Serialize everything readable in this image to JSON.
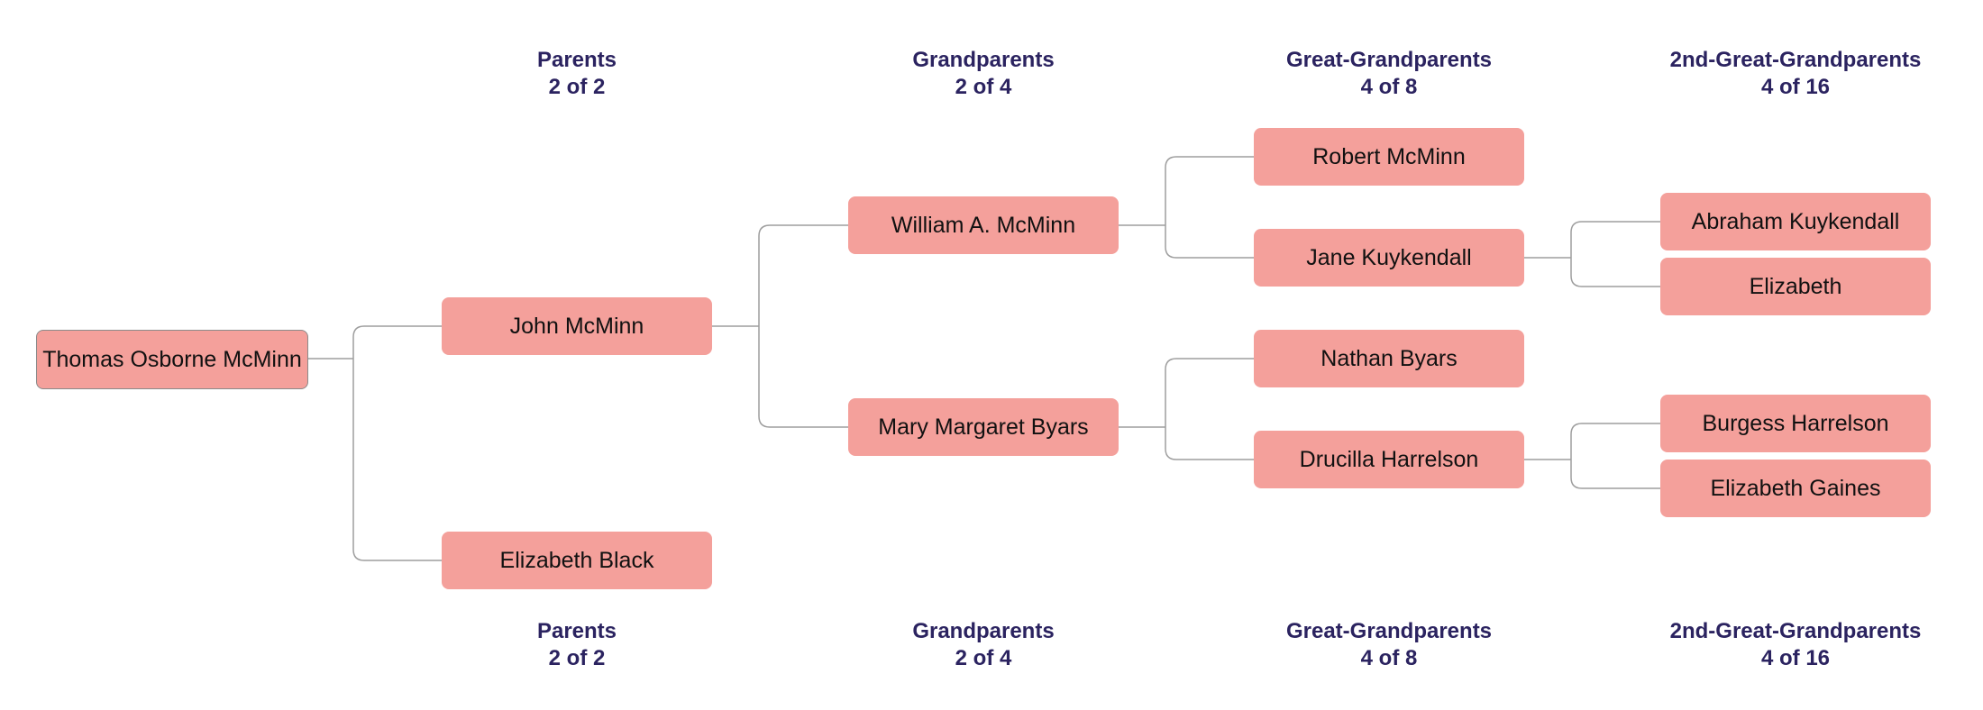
{
  "colors": {
    "box_fill": "#f4a09b",
    "header_text": "#2b2360",
    "connector": "#9e9e9e"
  },
  "generations": [
    {
      "key": "parents",
      "title": "Parents",
      "count": "2 of 2"
    },
    {
      "key": "grandparents",
      "title": "Grandparents",
      "count": "2 of 4"
    },
    {
      "key": "great_grandparents",
      "title": "Great-Grandparents",
      "count": "4 of 8"
    },
    {
      "key": "second_great_grandparents",
      "title": "2nd-Great-Grandparents",
      "count": "4 of 16"
    }
  ],
  "people": {
    "root": "Thomas Osborne McMinn",
    "father": "John McMinn",
    "mother": "Elizabeth Black",
    "paternal_grandfather": "William A. McMinn",
    "paternal_grandmother": "Mary Margaret Byars",
    "gf_father": "Robert McMinn",
    "gf_mother": "Jane Kuykendall",
    "gm_father": "Nathan Byars",
    "gm_mother": "Drucilla Harrelson",
    "jane_father": "Abraham Kuykendall",
    "jane_mother": "Elizabeth",
    "drucilla_father": "Burgess Harrelson",
    "drucilla_mother": "Elizabeth Gaines"
  }
}
